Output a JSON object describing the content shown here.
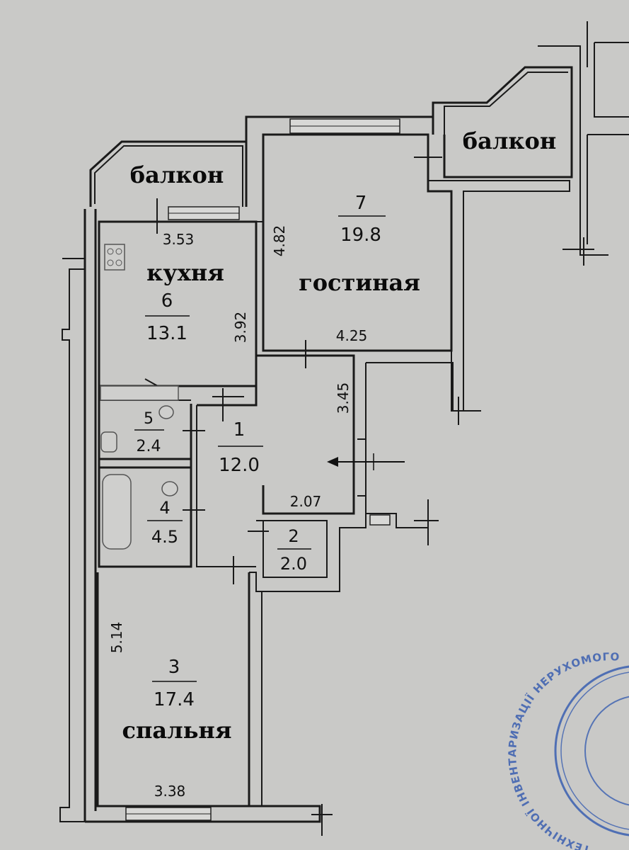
{
  "rooms": [
    {
      "key": "kitchen",
      "number": "6",
      "area": "13.1",
      "name": "кухня"
    },
    {
      "key": "living",
      "number": "7",
      "area": "19.8",
      "name": "гостиная"
    },
    {
      "key": "hall",
      "number": "1",
      "area": "12.0"
    },
    {
      "key": "storage",
      "number": "2",
      "area": "2.0"
    },
    {
      "key": "bedroom",
      "number": "3",
      "area": "17.4",
      "name": "спальня"
    },
    {
      "key": "bathroom",
      "number": "4",
      "area": "4.5"
    },
    {
      "key": "toilet",
      "number": "5",
      "area": "2.4"
    }
  ],
  "balconies": [
    "балкон",
    "балкон"
  ],
  "dimensions": {
    "kitchen_width": "3.53",
    "kitchen_depth": "3.92",
    "living_depth": "4.82",
    "living_width": "4.25",
    "hall_depth": "3.45",
    "hall_width": "2.07",
    "bedroom_depth": "5.14",
    "bedroom_width": "3.38"
  },
  "stamp": {
    "text": "ТЕХНІЧНОЇ ІНВЕНТАРИЗАЦІЇ НЕРУХОМОГО МАЙНА",
    "color": "#3a5fb0"
  },
  "colors": {
    "paper": "#c9c9c7",
    "lines": "#1a1a1a"
  }
}
